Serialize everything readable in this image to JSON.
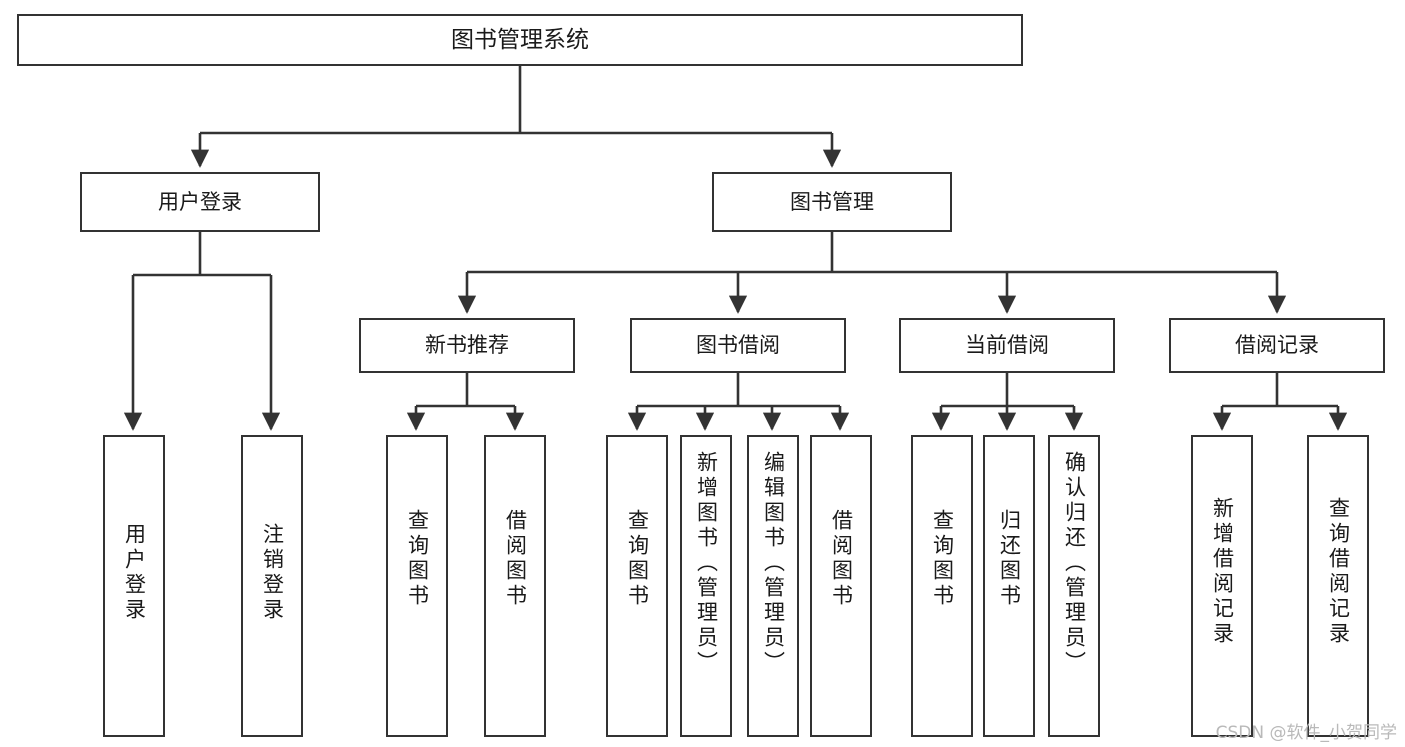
{
  "diagram": {
    "title": "图书管理系统",
    "type": "hierarchy-tree",
    "levels": 4,
    "root": {
      "label": "图书管理系统"
    },
    "level2": [
      {
        "label": "用户登录"
      },
      {
        "label": "图书管理"
      }
    ],
    "level3": [
      {
        "label": "新书推荐"
      },
      {
        "label": "图书借阅"
      },
      {
        "label": "当前借阅"
      },
      {
        "label": "借阅记录"
      }
    ],
    "leaves": [
      {
        "label": "用户登录",
        "parent": "用户登录"
      },
      {
        "label": "注销登录",
        "parent": "用户登录"
      },
      {
        "label": "查询图书",
        "parent": "新书推荐"
      },
      {
        "label": "借阅图书",
        "parent": "新书推荐"
      },
      {
        "label": "查询图书",
        "parent": "图书借阅"
      },
      {
        "label": "新增图书（管理员）",
        "parent": "图书借阅"
      },
      {
        "label": "编辑图书（管理员）",
        "parent": "图书借阅"
      },
      {
        "label": "借阅图书",
        "parent": "图书借阅"
      },
      {
        "label": "查询图书",
        "parent": "当前借阅"
      },
      {
        "label": "归还图书",
        "parent": "当前借阅"
      },
      {
        "label": "确认归还（管理员）",
        "parent": "当前借阅"
      },
      {
        "label": "新增借阅记录",
        "parent": "借阅记录"
      },
      {
        "label": "查询借阅记录",
        "parent": "借阅记录"
      }
    ]
  },
  "watermark": {
    "text": "CSDN @软件_小贺同学"
  },
  "colors": {
    "stroke": "#333333",
    "background": "#ffffff",
    "text": "#1a1a1a",
    "watermark": "#b9b9b9"
  }
}
